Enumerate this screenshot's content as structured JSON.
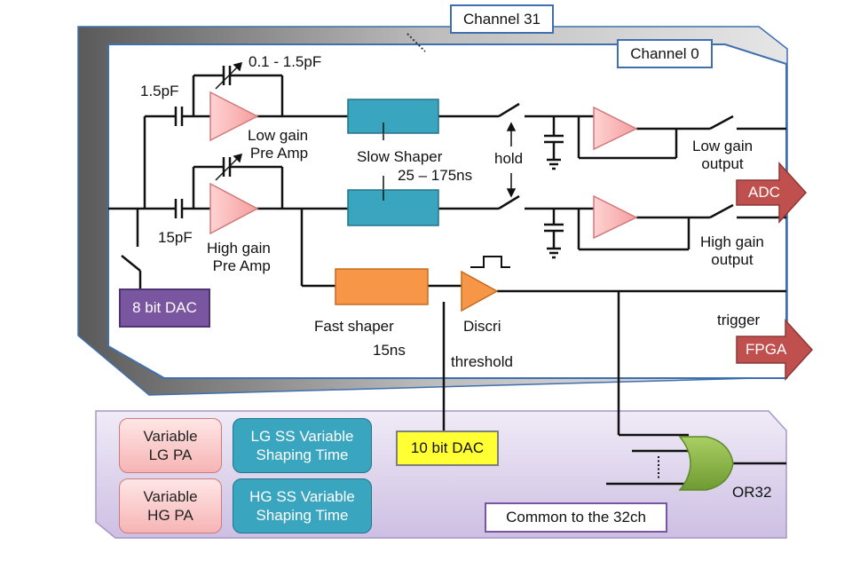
{
  "labels": {
    "channel31": "Channel 31",
    "channel0": "Channel 0",
    "cap_lg_feedback": "0.1 - 1.5pF",
    "cap_lg_input": "1.5pF",
    "cap_hg_input": "15pF",
    "lg_preamp": "Low gain\nPre Amp",
    "hg_preamp": "High gain\nPre Amp",
    "slow_shaper": "Slow Shaper",
    "slow_shaper_time": "25 – 175ns",
    "hold": "hold",
    "lg_output": "Low gain\noutput",
    "hg_output": "High gain\noutput",
    "fast_shaper": "Fast shaper",
    "fast_shaper_time": "15ns",
    "discri": "Discri",
    "threshold": "threshold",
    "trigger": "trigger",
    "adc": "ADC",
    "fpga": "FPGA",
    "dac8": "8 bit DAC",
    "dac10": "10 bit DAC",
    "or32": "OR32",
    "common": "Common to the 32ch"
  },
  "features": [
    {
      "label": "Variable\nLG PA",
      "color": "pink"
    },
    {
      "label": "LG SS Variable\nShaping Time",
      "color": "teal"
    },
    {
      "label": "Variable\nHG PA",
      "color": "pink"
    },
    {
      "label": "HG SS Variable\nShaping Time",
      "color": "teal"
    }
  ],
  "colors": {
    "channel_border": "#3f6fae",
    "amplifier": "#f7a8a8",
    "slow_shaper": "#3aa5bf",
    "fast_shaper": "#f79646",
    "or_gate": "#8fb64a",
    "arrow": "#c0504d",
    "common_bg": "#ddd3ec"
  }
}
